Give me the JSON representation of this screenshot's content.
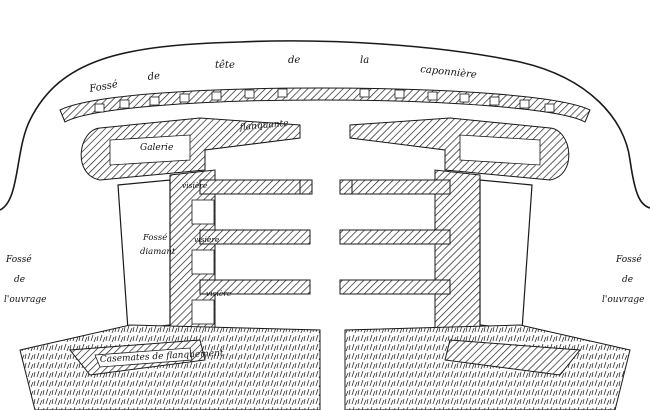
{
  "labels": {
    "fosse_tete_1": "Fossé",
    "fosse_tete_2": "de",
    "fosse_tete_3": "tête",
    "fosse_tete_4": "de",
    "fosse_tete_5": "la",
    "fosse_tete_6": "caponnière",
    "galerie": "Galerie",
    "flanquante": "flanquante",
    "visiere_1": "visière",
    "visiere_2": "visière",
    "visiere_3": "visière",
    "fosse_diamant_1": "Fossé",
    "fosse_diamant_2": "diamant",
    "casemates": "Casemates de flanquement",
    "left_ouvrage_1": "Fossé",
    "left_ouvrage_2": "de",
    "left_ouvrage_3": "l'ouvrage",
    "right_ouvrage_1": "Fossé",
    "right_ouvrage_2": "de",
    "right_ouvrage_3": "l'ouvrage"
  },
  "colors": {
    "ink": "#1a1a1a",
    "wall_fill": "#8a8a8a",
    "paper": "#ffffff"
  }
}
